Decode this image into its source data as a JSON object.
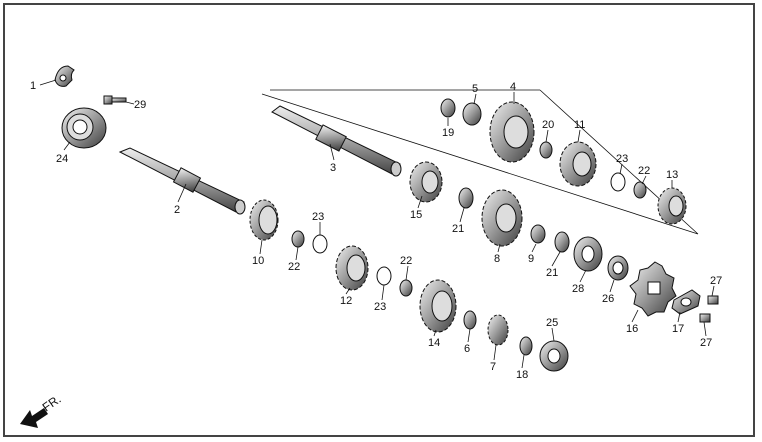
{
  "diagram": {
    "direction_label": "FR.",
    "callouts": [
      "1",
      "2",
      "3",
      "4",
      "5",
      "6",
      "7",
      "8",
      "9",
      "10",
      "11",
      "12",
      "13",
      "14",
      "15",
      "16",
      "17",
      "18",
      "19",
      "20",
      "21",
      "21",
      "22",
      "22",
      "22",
      "23",
      "23",
      "23",
      "24",
      "25",
      "26",
      "27",
      "27",
      "28",
      "29"
    ]
  }
}
